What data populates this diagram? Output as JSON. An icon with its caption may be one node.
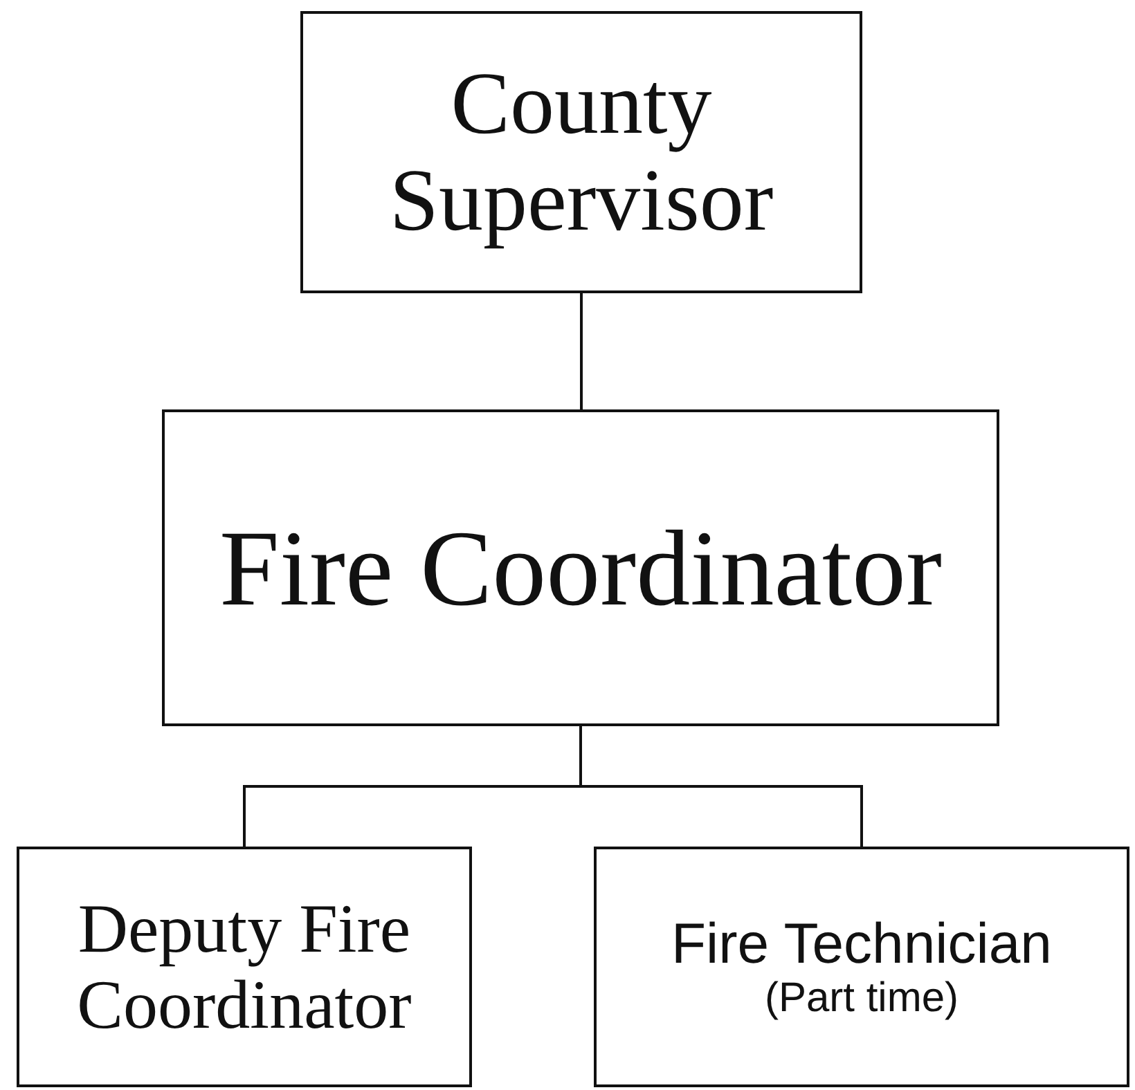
{
  "diagram": {
    "nodes": [
      {
        "text": [
          "County Supervisor"
        ]
      },
      {
        "text": [
          "Fire Coordinator"
        ]
      },
      {
        "text": [
          "Deputy Fire Coordinator"
        ]
      },
      {
        "text": [
          "Fire Technician",
          "(Part time)"
        ]
      }
    ],
    "edges": [
      {
        "from": 0,
        "to": 1,
        "arrow": "none"
      },
      {
        "from": 1,
        "to": 2,
        "arrow": "none"
      },
      {
        "from": 1,
        "to": 3,
        "arrow": "none"
      }
    ]
  }
}
